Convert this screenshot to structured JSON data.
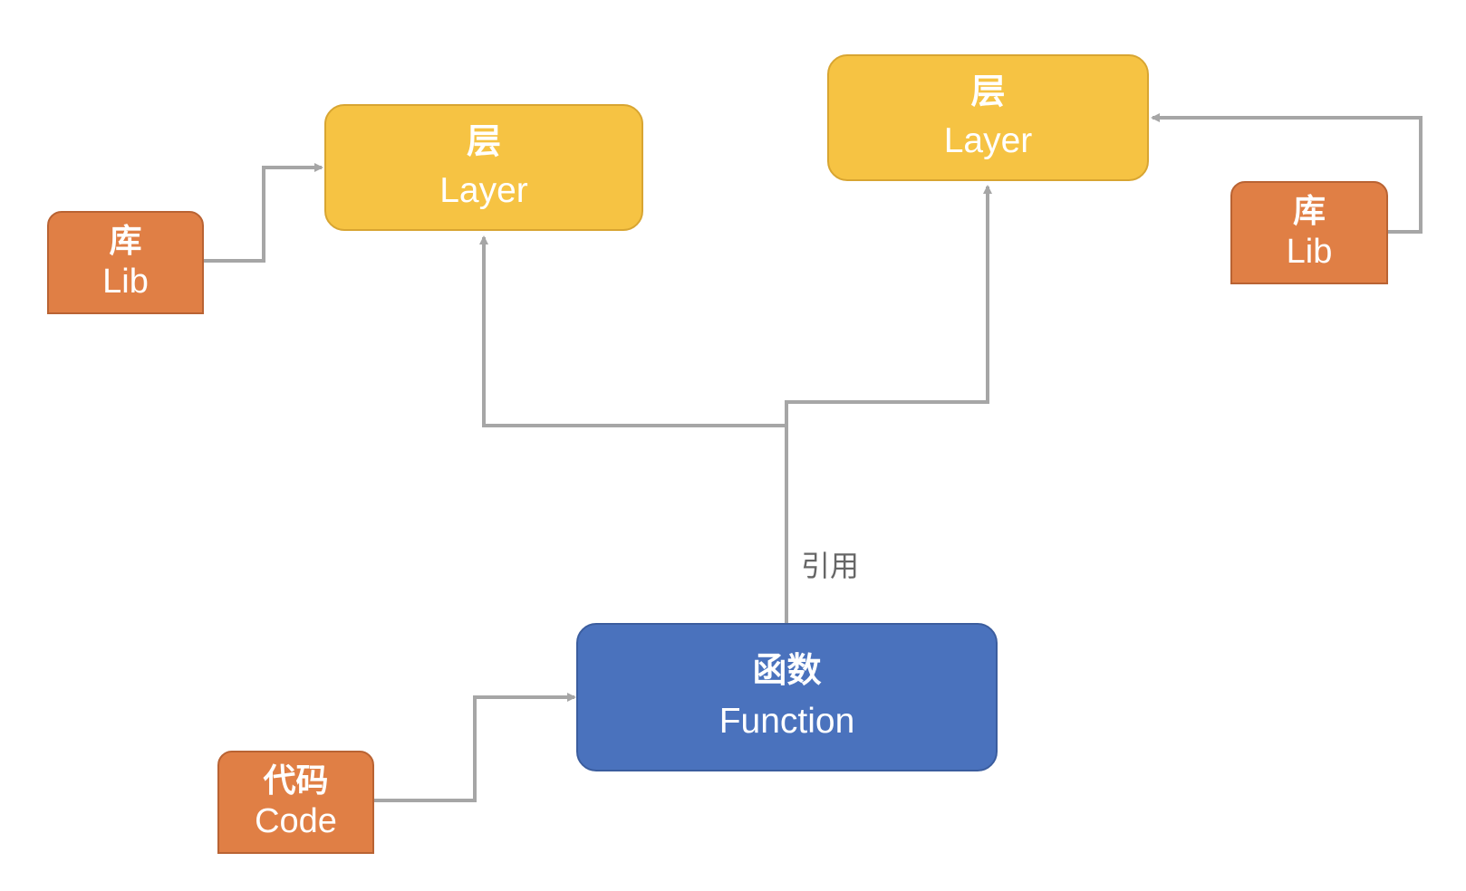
{
  "boxes": {
    "layer_left": {
      "zh": "层",
      "en": "Layer"
    },
    "layer_right": {
      "zh": "层",
      "en": "Layer"
    },
    "function": {
      "zh": "函数",
      "en": "Function"
    },
    "lib_left": {
      "zh": "库",
      "en": "Lib"
    },
    "lib_right": {
      "zh": "库",
      "en": "Lib"
    },
    "code": {
      "zh": "代码",
      "en": "Code"
    }
  },
  "edge_label": "引用",
  "colors": {
    "layer": "#f6c343",
    "function": "#4a72bd",
    "lib": "#e07f45",
    "connector": "#a6a6a6"
  }
}
